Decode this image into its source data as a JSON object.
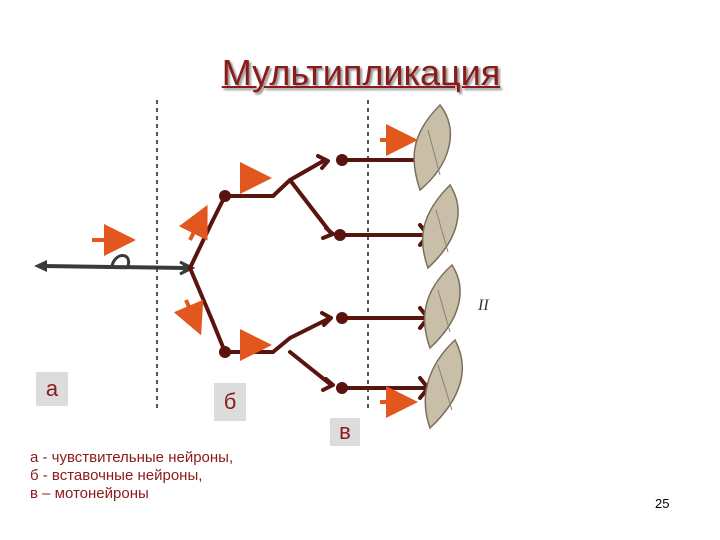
{
  "slide": {
    "title": "Мультипликация",
    "page_number": "25"
  },
  "labels": {
    "a": "а",
    "b": "б",
    "v": "в"
  },
  "legend": [
    "а - чувствительные нейроны,",
    "б - вставочные нейроны,",
    "в – мотонейроны"
  ],
  "diagram": {
    "roman_numeral": "II"
  },
  "colors": {
    "title": "#8b1a1a",
    "neuron": "#5a1410",
    "arrow": "#e2571d",
    "sensory": "#3a3a3a",
    "label_box": "#dcdcdc"
  }
}
